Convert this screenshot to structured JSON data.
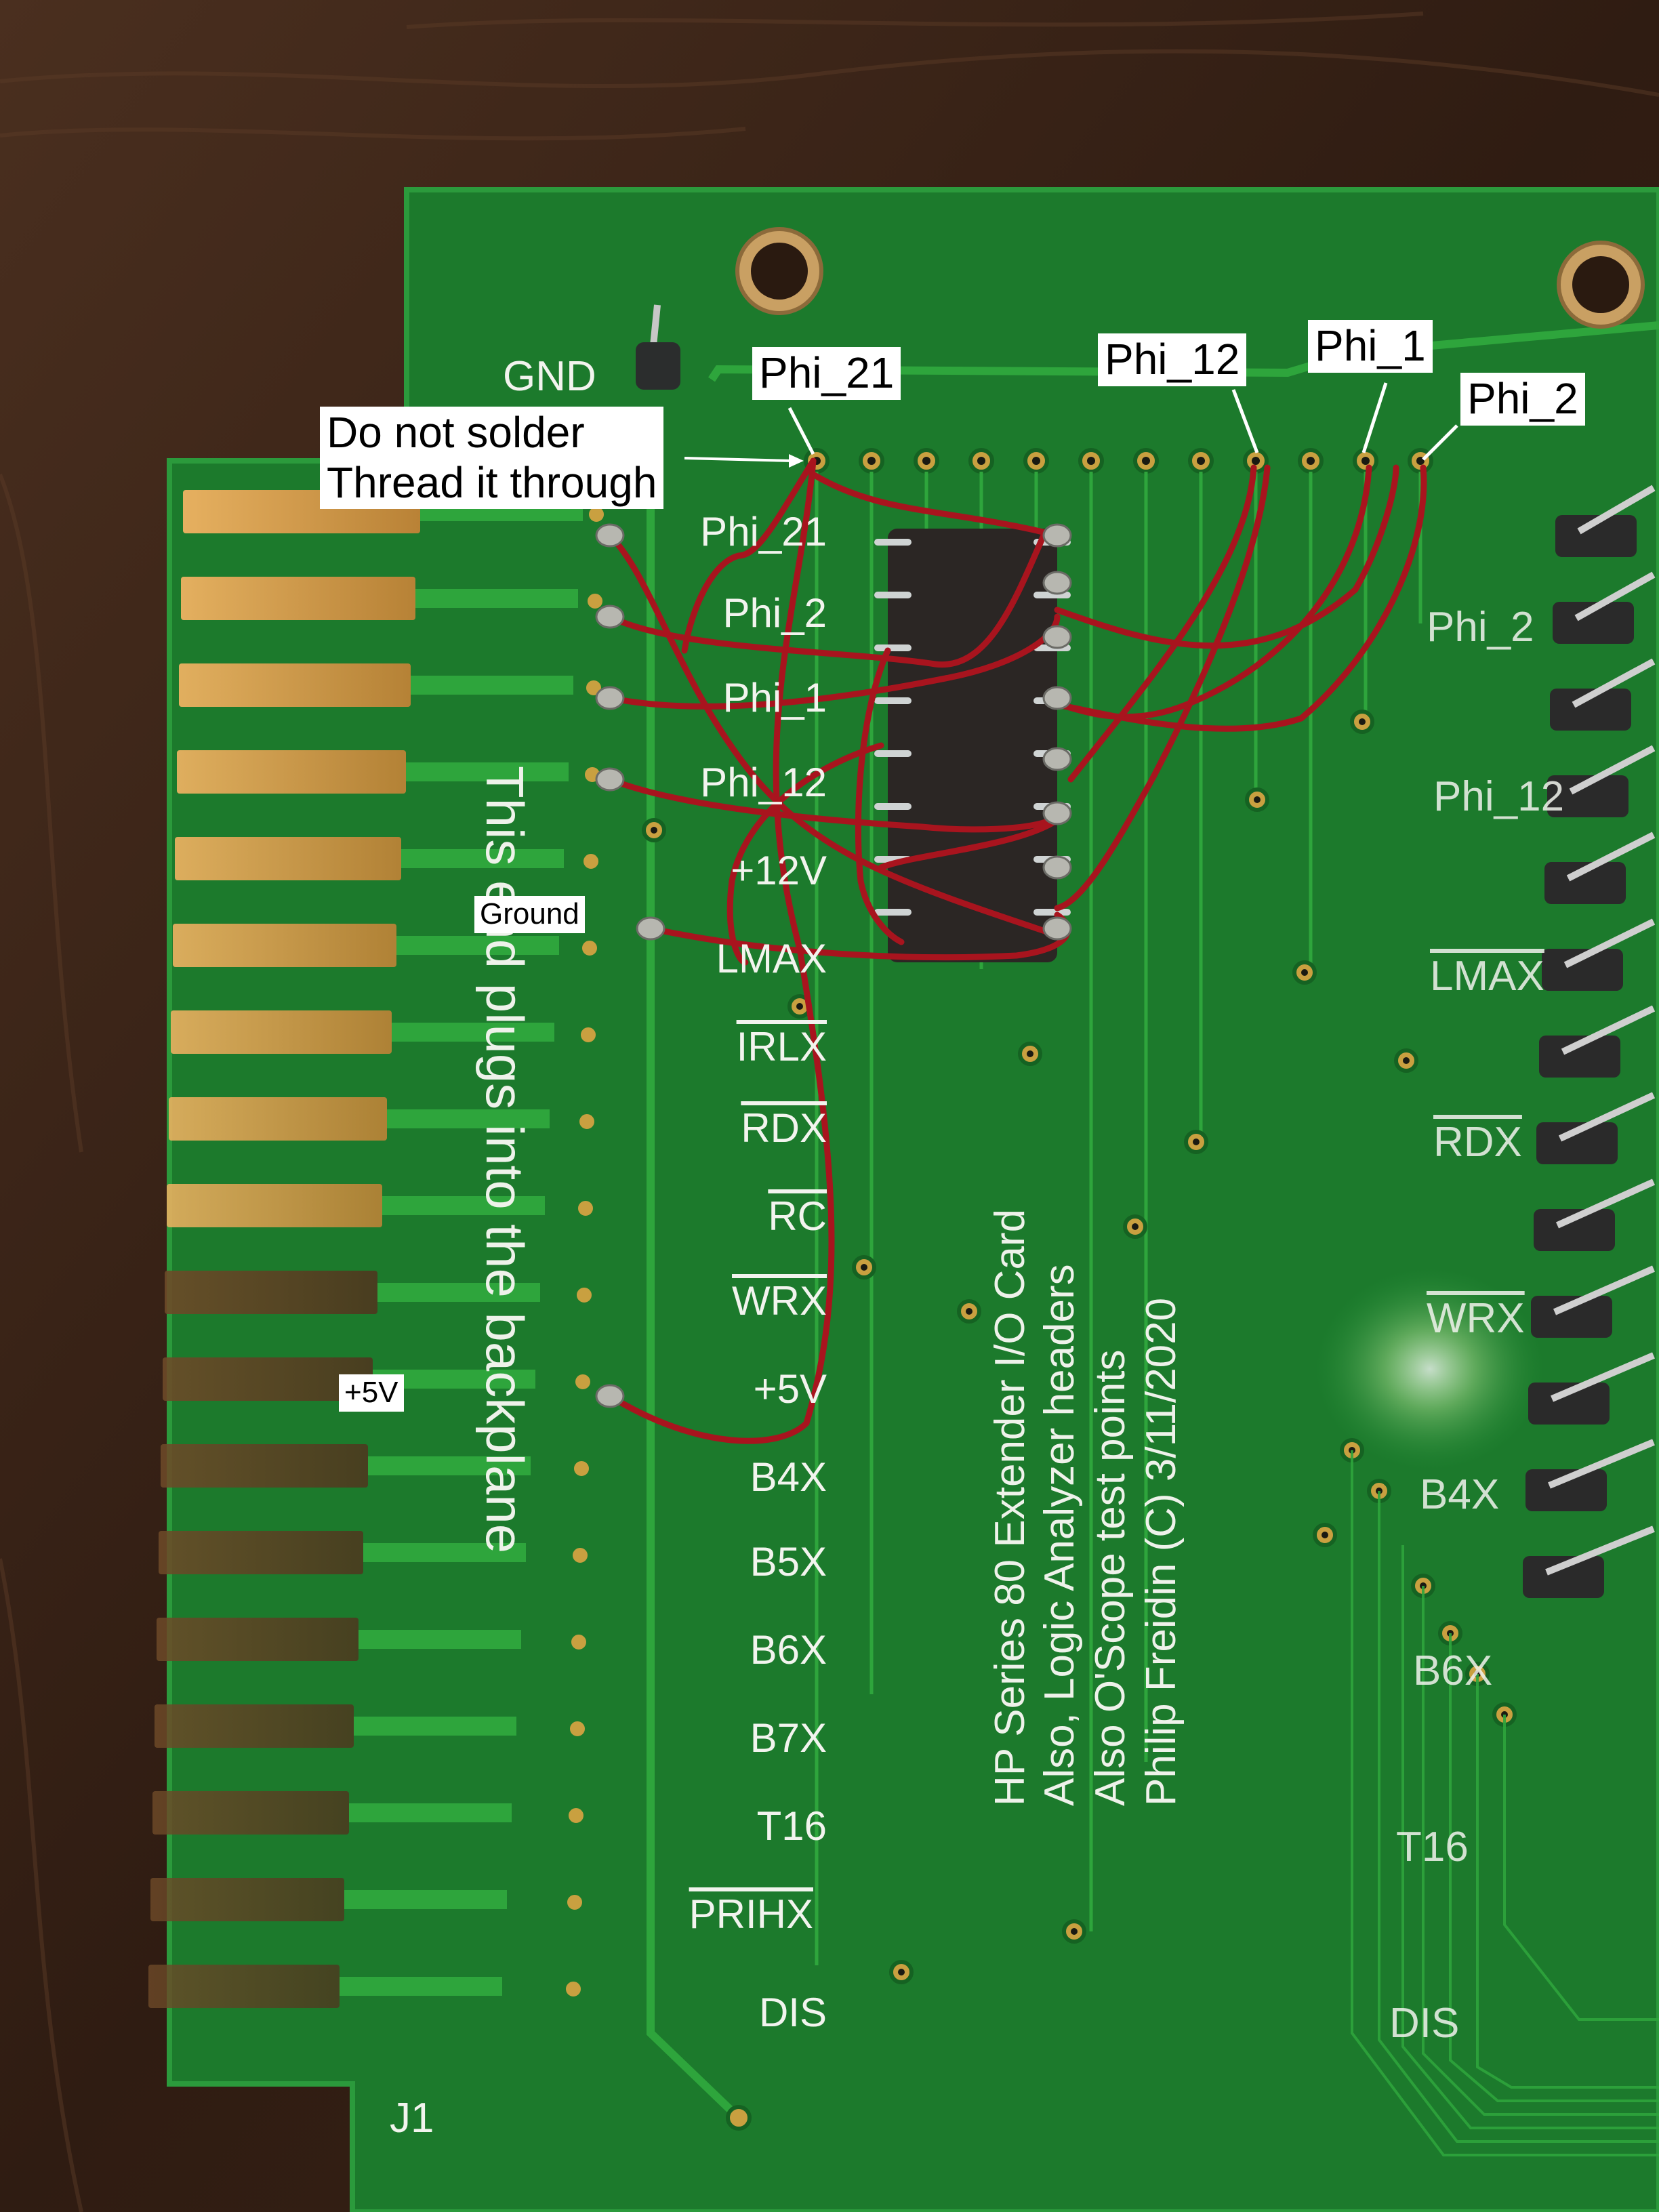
{
  "callouts": {
    "phi_21": "Phi_21",
    "phi_12": "Phi_12",
    "phi_1": "Phi_1",
    "phi_2": "Phi_2",
    "do_not_solder_line1": "Do not solder",
    "do_not_solder_line2": "Thread it through",
    "ground": "Ground",
    "plus_5v": "+5V"
  },
  "silkscreen": {
    "gnd": "GND",
    "left_signals": [
      "Phi_21",
      "Phi_2",
      "Phi_1",
      "Phi_12",
      "+12V",
      "LMAX",
      "IRLX",
      "RDX",
      "RC",
      "WRX",
      "+5V",
      "B4X",
      "B5X",
      "B6X",
      "B7X",
      "T16",
      "PRIHX",
      "DIS"
    ],
    "right_signals": [
      "Phi_2",
      "Phi_12",
      "LMAX",
      "RDX",
      "WRX",
      "B4X",
      "B6X",
      "T16",
      "DIS"
    ],
    "vertical_note": "This end plugs into the backplane",
    "card_title": "HP Series 80 Extender I/O Card",
    "line2": "Also, Logic Analyzer headers",
    "line3": "Also O'Scope test points",
    "line4": "Philip Freidin (C)   3/11/2020",
    "connector_ref": "J1"
  },
  "colors": {
    "pcb_green": "#1c7a2c",
    "pcb_dark": "#156222",
    "trace": "#2ea53c",
    "gold_finger": "#d9a24a",
    "wire": "#a8141e",
    "silkscreen": "#f2f4ee",
    "wood": "#3a2418"
  }
}
